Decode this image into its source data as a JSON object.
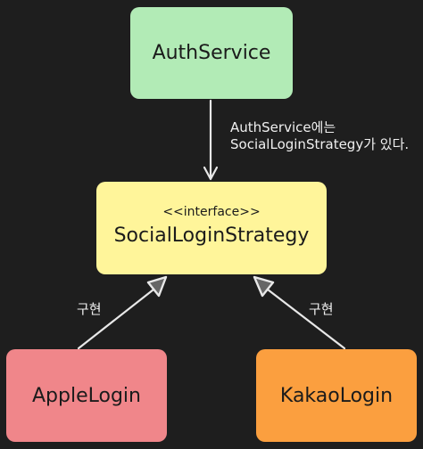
{
  "nodes": {
    "auth_service": {
      "label": "AuthService",
      "color": "#b2ebb6"
    },
    "social_login_strategy": {
      "stereotype": "<<interface>>",
      "label": "SocialLoginStrategy",
      "color": "#fff59a"
    },
    "apple_login": {
      "label": "AppleLogin",
      "color": "#f0868a"
    },
    "kakao_login": {
      "label": "KakaoLogin",
      "color": "#fb9f3f"
    }
  },
  "edges": {
    "dependency_note_line1": "AuthService에는",
    "dependency_note_line2": "SocialLoginStrategy가 있다.",
    "implements_left": "구현",
    "implements_right": "구현"
  },
  "colors": {
    "background": "#1e1e1e",
    "edge": "#e8e8e8"
  }
}
